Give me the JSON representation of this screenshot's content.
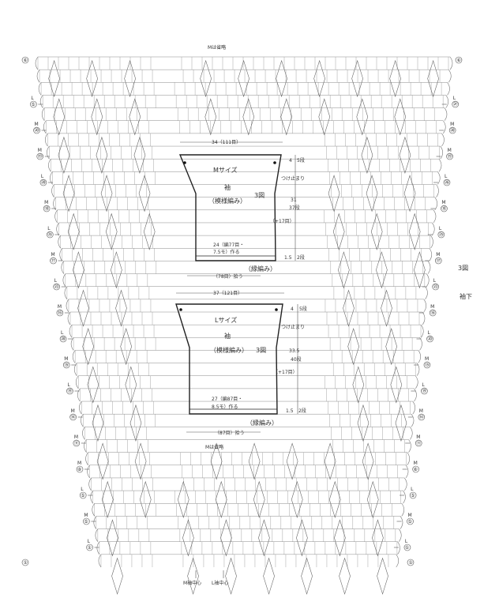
{
  "top": {
    "m_omit": "Mは省略",
    "row_top": "⑥"
  },
  "bottom": {
    "m_omit": "Mは省略",
    "m_center": "M袖中心",
    "l_center": "L袖中心",
    "row_bottom": "①"
  },
  "side": {
    "title": "3図",
    "subtitle": "袖下"
  },
  "markers": {
    "left": [
      {
        "size": "L",
        "num": "⑤"
      },
      {
        "size": "M",
        "num": "⑳"
      },
      {
        "size": "M",
        "num": "⑲"
      },
      {
        "size": "L",
        "num": "⑳"
      },
      {
        "size": "M",
        "num": "⑱"
      },
      {
        "size": "L",
        "num": "㉕"
      },
      {
        "size": "M",
        "num": "⑰"
      },
      {
        "size": "L",
        "num": "㉓"
      },
      {
        "size": "M",
        "num": "⑯"
      },
      {
        "size": "L",
        "num": "⑳"
      },
      {
        "size": "M",
        "num": "⑮"
      },
      {
        "size": "L",
        "num": "⑲"
      },
      {
        "size": "M",
        "num": "⑭"
      },
      {
        "size": "M",
        "num": "⑪"
      },
      {
        "size": "M",
        "num": "⑧"
      },
      {
        "size": "L",
        "num": "⑤"
      },
      {
        "size": "M",
        "num": "⑤"
      },
      {
        "size": "L",
        "num": "①"
      }
    ],
    "right": [
      {
        "size": "L",
        "num": "㉗"
      },
      {
        "size": "M",
        "num": "⑳"
      },
      {
        "size": "M",
        "num": "⑲"
      },
      {
        "size": "L",
        "num": "㉖"
      },
      {
        "size": "M",
        "num": "⑱"
      },
      {
        "size": "L",
        "num": "㉕"
      },
      {
        "size": "M",
        "num": "⑰"
      },
      {
        "size": "L",
        "num": "㉓"
      },
      {
        "size": "M",
        "num": "⑯"
      },
      {
        "size": "L",
        "num": "⑳"
      },
      {
        "size": "M",
        "num": "⑮"
      },
      {
        "size": "L",
        "num": "⑲"
      },
      {
        "size": "M",
        "num": "⑭"
      },
      {
        "size": "M",
        "num": "⑪"
      },
      {
        "size": "M",
        "num": "⑧"
      },
      {
        "size": "L",
        "num": "⑤"
      },
      {
        "size": "M",
        "num": "⑤"
      },
      {
        "size": "L",
        "num": "①"
      }
    ]
  },
  "sleeve_m": {
    "width_top": "34（111目）",
    "title": "Mサイズ",
    "part": "袖",
    "pattern": "（模様編み）",
    "fig": "3図",
    "bottom_count": "24（編77目・",
    "bottom_count2": "7.5モ）作る",
    "edge": "（縁編み）",
    "pickup": "（78目）拾う",
    "stop_mark": "つけ止まり",
    "rows_top": "4",
    "rows_top_unit": "5段",
    "length1": "31",
    "length2": "37段",
    "increase": "（+17目）",
    "rows_bottom": "1.5",
    "rows_bottom_unit": "2段"
  },
  "sleeve_l": {
    "width_top": "37（121目）",
    "title": "Lサイズ",
    "part": "袖",
    "pattern": "（模様編み）",
    "fig": "3図",
    "bottom_count": "27（編87目・",
    "bottom_count2": "8.5モ）作る",
    "edge": "（縁編み）",
    "pickup": "（87目）拾う",
    "stop_mark": "つけ止まり",
    "rows_top": "4",
    "rows_top_unit": "5段",
    "length1": "33.5",
    "length2": "40段",
    "increase": "（+17目）",
    "rows_bottom": "1.5",
    "rows_bottom_unit": "2段"
  }
}
